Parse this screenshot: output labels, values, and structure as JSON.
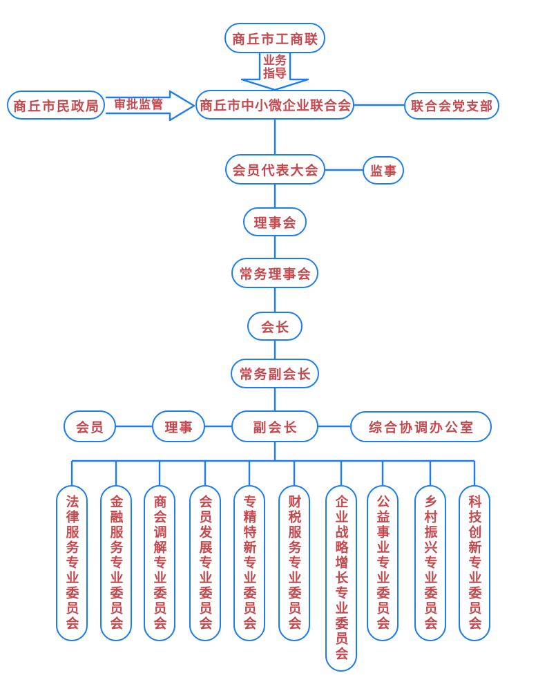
{
  "palette": {
    "line_blue": "#1c7cf0",
    "text_red": "#c4494e",
    "background": "#ffffff"
  },
  "diagram": {
    "nodes": {
      "fic": "商丘市工商联",
      "civil_affairs": "商丘市民政局",
      "federation": "商丘市中小微企业联合会",
      "party_branch": "联合会党支部",
      "member_congress": "会员代表大会",
      "supervisor": "监事",
      "council": "理事会",
      "standing_council": "常务理事会",
      "president": "会长",
      "executive_vice_president": "常务副会长",
      "member": "会员",
      "director": "理事",
      "vice_president": "副会长",
      "coordination_office": "综合协调办公室"
    },
    "edge_labels": {
      "business_guidance": "业务指导",
      "approval_supervision": "审批监管"
    },
    "committees": [
      "法律服务专业委员会",
      "金融服务专业委员会",
      "商会调解专业委员会",
      "会员发展专业委员会",
      "专精特新专业委员会",
      "财税服务专业委员会",
      "企业战略增长专业委员会",
      "公益事业专业委员会",
      "乡村振兴专业委员会",
      "科技创新专业委员会"
    ]
  }
}
